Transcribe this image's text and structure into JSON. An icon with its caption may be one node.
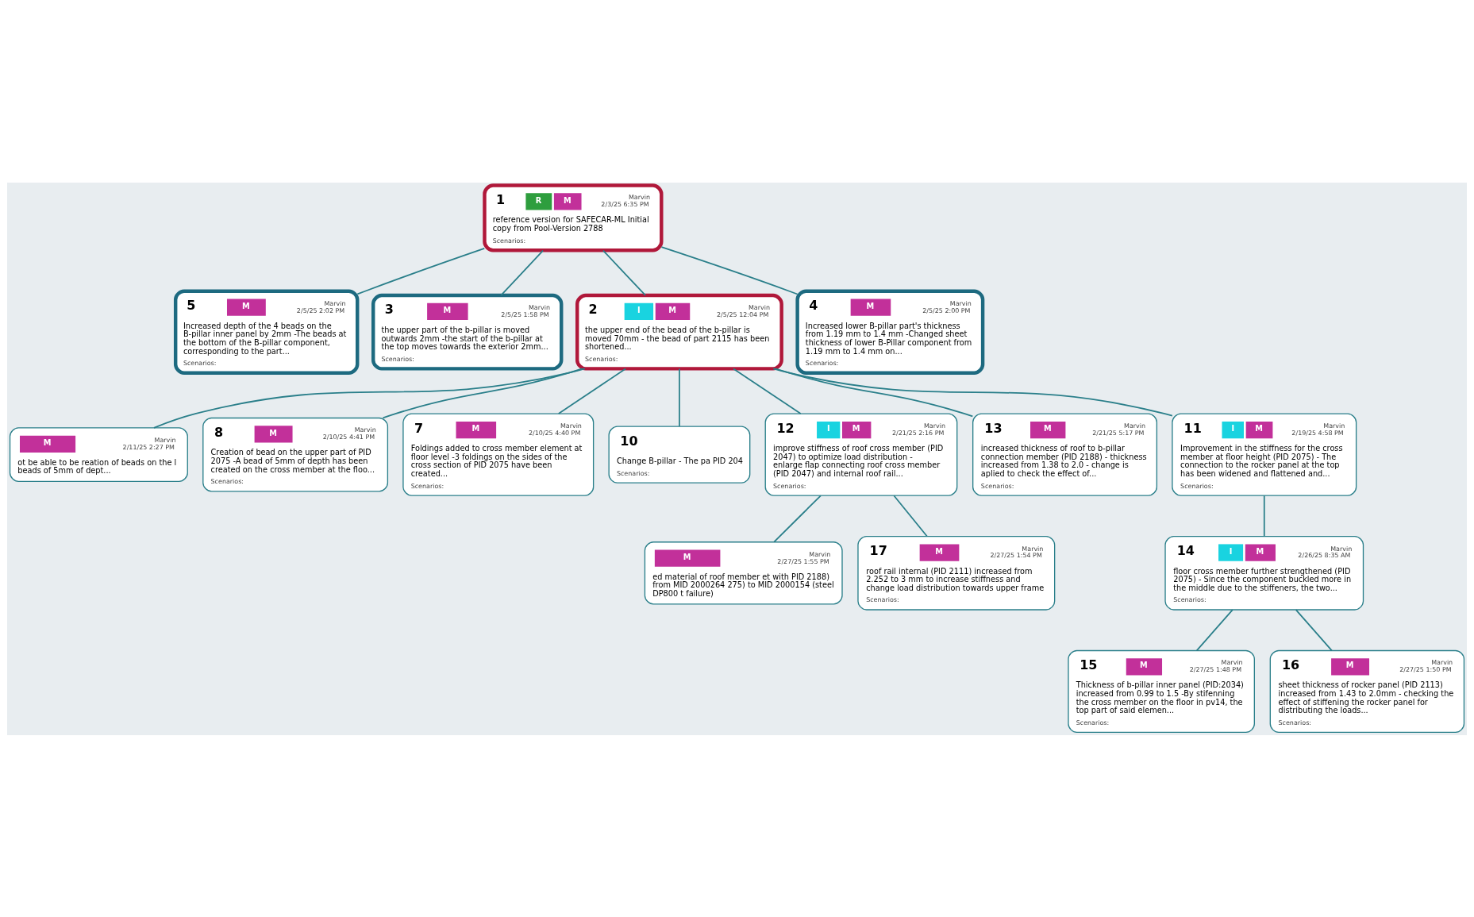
{
  "diagram": {
    "nodes": [
      {
        "text": [
          "1",
          "R",
          "M",
          "Marvin",
          "2/3/25 6:35 PM",
          "reference version for SAFECAR-ML Initial copy from Pool-Version 2788",
          "Scenarios:"
        ]
      },
      {
        "text": [
          "5",
          "M",
          "Marvin",
          "2/5/25 2:02 PM",
          "Increased depth of the 4 beads on the B-pillar inner panel by 2mm -The beads at the bottom of the B-pillar component, corresponding to the part...",
          "Scenarios:"
        ]
      },
      {
        "text": [
          "3",
          "M",
          "Marvin",
          "2/5/25 1:58 PM",
          "the upper part of the b-pillar is moved outwards 2mm -the start of the b-pillar at the top moves towards the exterior 2mm...",
          "Scenarios:"
        ]
      },
      {
        "text": [
          "2",
          "I",
          "M",
          "Marvin",
          "2/5/25 12:04 PM",
          "the upper end of the bead of the b-pillar is moved 70mm - the bead of part 2115 has been shortened...",
          "Scenarios:"
        ]
      },
      {
        "text": [
          "4",
          "M",
          "Marvin",
          "2/5/25 2:00 PM",
          "Increased lower B-pillar part's thickness from 1.19 mm to 1.4 mm -Changed sheet thickness of lower B-Pillar component from 1.19 mm to 1.4 mm on...",
          "Scenarios:"
        ]
      },
      {
        "text": [
          "M",
          "Marvin",
          "2/11/25 2:27 PM",
          "ot be able to be reation of beads on the l beads of 5mm of dept..."
        ]
      },
      {
        "text": [
          "8",
          "M",
          "Marvin",
          "2/10/25 4:41 PM",
          "Creation of bead on the upper part of PID 2075 -A bead of 5mm of depth has been created on the cross member at the floo...",
          "Scenarios:"
        ]
      },
      {
        "text": [
          "7",
          "M",
          "Marvin",
          "2/10/25 4:40 PM",
          "Foldings added to cross member element at floor level -3 foldings on the sides of the cross section of PID 2075 have been created...",
          "Scenarios:"
        ]
      },
      {
        "text": [
          "10",
          "Change B-pillar - The pa PID 204",
          "Scenarios:"
        ]
      },
      {
        "text": [
          "12",
          "I",
          "M",
          "Marvin",
          "2/21/25 2:16 PM",
          "improve stiffness of roof cross member (PID 2047) to optimize load distribution - enlarge flap connecting roof cross member (PID 2047) and internal roof rail...",
          "Scenarios:"
        ]
      },
      {
        "text": [
          "13",
          "M",
          "Marvin",
          "2/21/25 5:17 PM",
          "increased thickness of roof to b-pillar connection member (PID 2188) - thickness increased from 1.38 to 2.0 - change is aplied to check the effect of...",
          "Scenarios:"
        ]
      },
      {
        "text": [
          "11",
          "I",
          "M",
          "Marvin",
          "2/19/25 4:58 PM",
          "Improvement in the stiffness for the cross member at floor height (PID 2075) - The connection to the rocker panel at the top has been widened and flattened and...",
          "Scenarios:"
        ]
      },
      {
        "text": [
          "M",
          "Marvin",
          "2/27/25 1:55 PM",
          "ed material of roof member et with PID 2188) from MID 2000264 275) to MID 2000154 (steel DP800 t failure)"
        ]
      },
      {
        "text": [
          "17",
          "M",
          "Marvin",
          "2/27/25 1:54 PM",
          "roof rail internal (PID 2111) increased from 2.252 to 3 mm to increase stiffness and change load distribution towards upper frame",
          "Scenarios:"
        ]
      },
      {
        "text": [
          "14",
          "I",
          "M",
          "Marvin",
          "2/26/25 8:35 AM",
          "floor cross member further strengthened (PID 2075) - Since the component buckled more in the middle due to the stiffeners, the two...",
          "Scenarios:"
        ]
      },
      {
        "text": [
          "15",
          "M",
          "Marvin",
          "2/27/25 1:48 PM",
          "Thickness of b-pillar inner panel (PID:2034) increased from 0.99 to 1.5 -By stifenning the cross member on the floor in pv14, the top part of said elemen...",
          "Scenarios:"
        ]
      },
      {
        "text": [
          "16",
          "M",
          "Marvin",
          "2/27/25 1:50 PM",
          "sheet thickness of rocker panel (PID 2113) increased from 1.43 to 2.0mm - checking the effect of stiffening the rocker panel for distributing the loads...",
          "Scenarios:"
        ]
      }
    ],
    "edges": [
      {
        "from": 0,
        "to": 1,
        "arrow": "none"
      },
      {
        "from": 0,
        "to": 2,
        "arrow": "none"
      },
      {
        "from": 0,
        "to": 3,
        "arrow": "none"
      },
      {
        "from": 0,
        "to": 4,
        "arrow": "none"
      },
      {
        "from": 3,
        "to": 5,
        "arrow": "none"
      },
      {
        "from": 3,
        "to": 9,
        "arrow": "none"
      },
      {
        "from": 3,
        "to": 6,
        "arrow": "none"
      },
      {
        "from": 3,
        "to": 10,
        "arrow": "none"
      },
      {
        "from": 3,
        "to": 7,
        "arrow": "none"
      },
      {
        "from": 3,
        "to": 11,
        "arrow": "none"
      },
      {
        "from": 3,
        "to": 8,
        "arrow": "none"
      },
      {
        "from": 9,
        "to": 12,
        "arrow": "none"
      },
      {
        "from": 9,
        "to": 13,
        "arrow": "none"
      },
      {
        "from": 11,
        "to": 14,
        "arrow": "none"
      },
      {
        "from": 14,
        "to": 15,
        "arrow": "none"
      },
      {
        "from": 14,
        "to": 16,
        "arrow": "none"
      }
    ]
  }
}
